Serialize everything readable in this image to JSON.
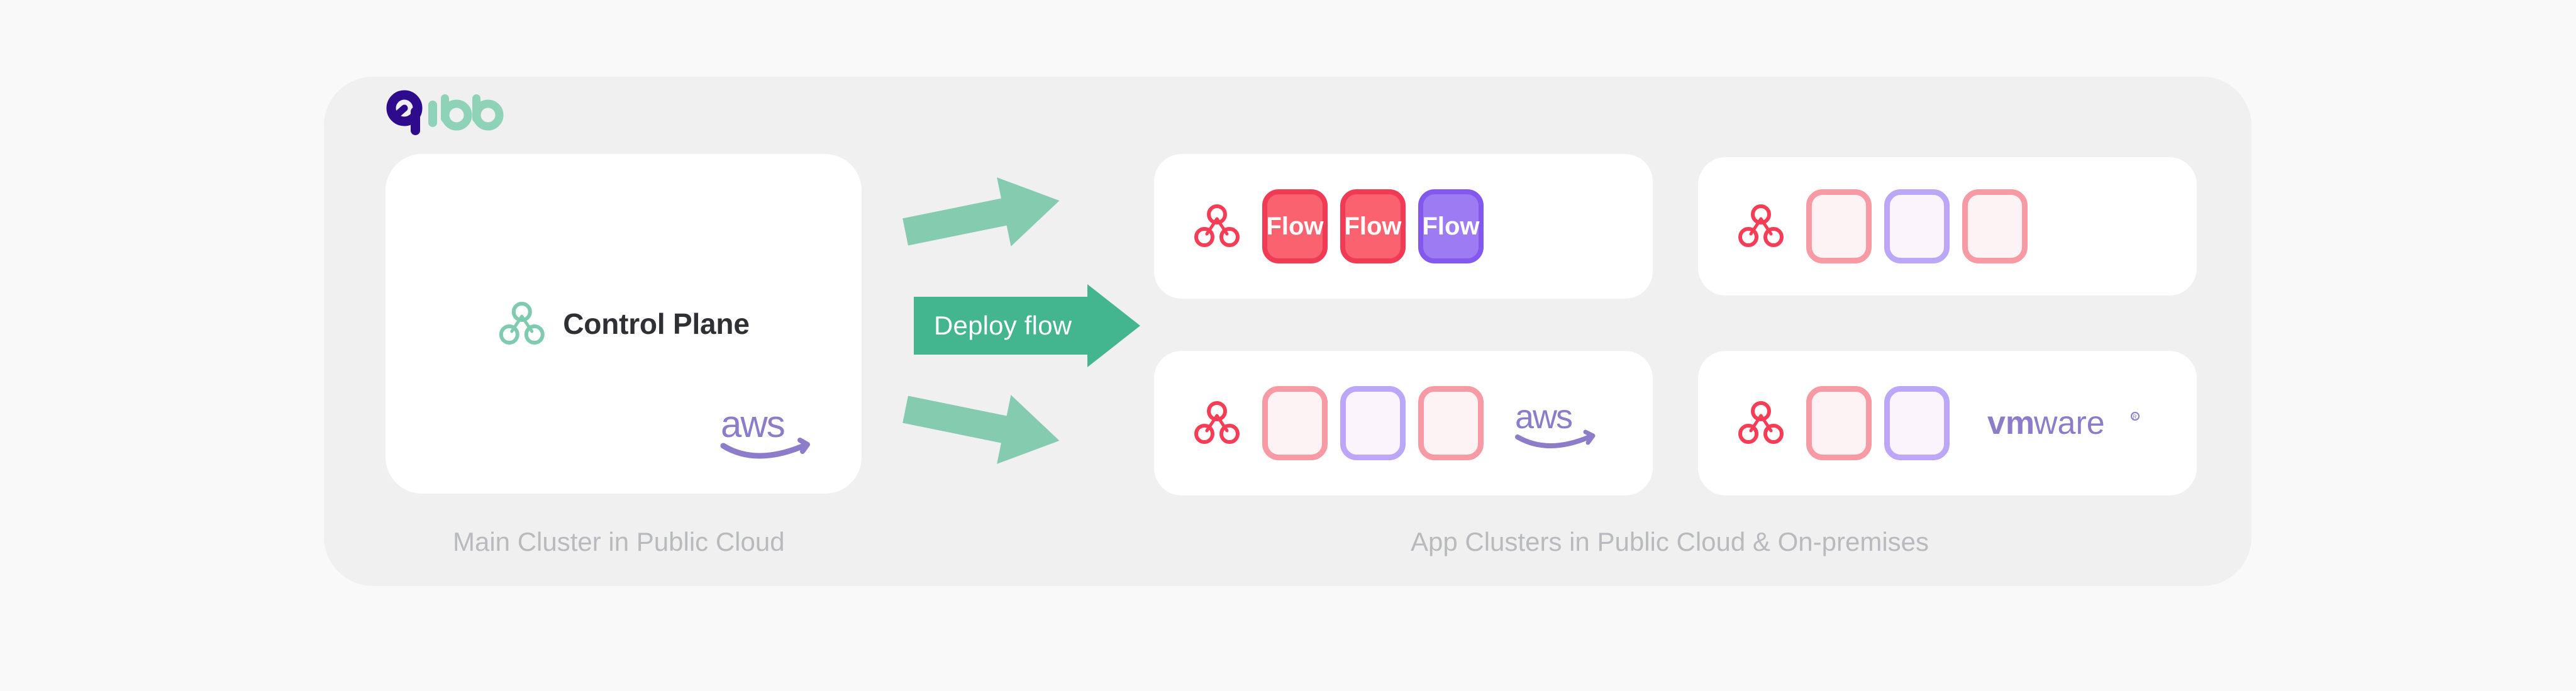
{
  "page": {
    "background": "#f9f9fa",
    "panel_background": "#f0f0f1"
  },
  "brand": {
    "name": "qibb",
    "logo_name": "qibb-logo",
    "q_color": "#2e0b8c",
    "ibb_color": "#8ed3b7"
  },
  "control_plane": {
    "label": "Control Plane",
    "icon": "cluster-node-icon",
    "icon_color": "#7ecbb0",
    "provider_logo": "aws-logo",
    "provider_name": "aws",
    "provider_color": "#8c7cc9"
  },
  "arrows": {
    "top": {
      "name": "deploy-arrow-top",
      "color": "#85cbb0"
    },
    "bottom": {
      "name": "deploy-arrow-bottom",
      "color": "#85cbb0"
    },
    "deploy": {
      "name": "deploy-flow-arrow",
      "label": "Deploy flow",
      "color": "#43b58f",
      "label_color": "#ffffff"
    }
  },
  "colors": {
    "flow_red_fill": "#fa6270",
    "flow_red_border": "#f13b54",
    "flow_purple_fill": "#9d7bf2",
    "flow_purple_border": "#8358ee",
    "ghost_red_border": "#f79aa4",
    "ghost_purple_border": "#bca6f7",
    "node_icon_red": "#f73d55",
    "caption_text": "#b9babd",
    "control_label": "#2e3033"
  },
  "clusters": [
    {
      "name": "app-cluster-1",
      "icon": "cluster-node-icon",
      "icon_color": "#f73d55",
      "flows": [
        {
          "label": "Flow",
          "style": "red"
        },
        {
          "label": "Flow",
          "style": "red"
        },
        {
          "label": "Flow",
          "style": "purple"
        }
      ],
      "provider_logo": null,
      "provider_name": null
    },
    {
      "name": "app-cluster-2",
      "icon": "cluster-node-icon",
      "icon_color": "#f73d55",
      "flows": [
        {
          "label": "",
          "style": "ghost-red"
        },
        {
          "label": "",
          "style": "ghost-purple"
        },
        {
          "label": "",
          "style": "ghost-red"
        }
      ],
      "provider_logo": null,
      "provider_name": null
    },
    {
      "name": "app-cluster-3",
      "icon": "cluster-node-icon",
      "icon_color": "#f73d55",
      "flows": [
        {
          "label": "",
          "style": "ghost-red"
        },
        {
          "label": "",
          "style": "ghost-purple"
        },
        {
          "label": "",
          "style": "ghost-red"
        }
      ],
      "provider_logo": "aws-logo",
      "provider_name": "aws"
    },
    {
      "name": "app-cluster-4",
      "icon": "cluster-node-icon",
      "icon_color": "#f73d55",
      "flows": [
        {
          "label": "",
          "style": "ghost-red"
        },
        {
          "label": "",
          "style": "ghost-purple"
        }
      ],
      "provider_logo": "vmware-logo",
      "provider_name": "vmware"
    }
  ],
  "captions": {
    "left": "Main Cluster in Public Cloud",
    "right": "App Clusters in Public Cloud & On-premises"
  }
}
